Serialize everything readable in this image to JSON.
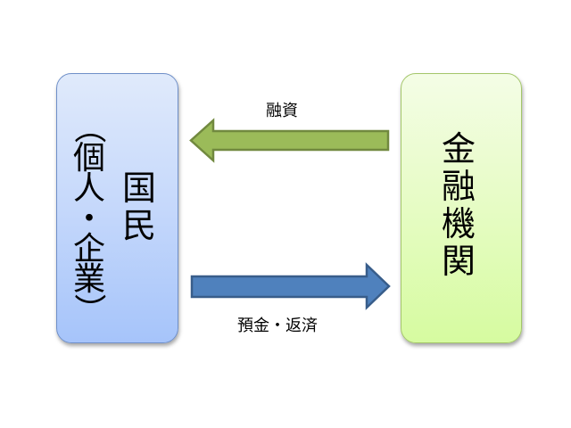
{
  "diagram": {
    "left_box": {
      "main_label": [
        "国",
        "民"
      ],
      "sub_label": [
        "（",
        "個",
        "人",
        "・",
        "企",
        "業",
        "）"
      ],
      "fill_top": "#e0eafb",
      "fill_bottom": "#a6c4fa",
      "border": "#6f8fc8"
    },
    "right_box": {
      "main_label": [
        "金",
        "融",
        "機",
        "関"
      ],
      "fill_top": "#f4fde6",
      "fill_bottom": "#d6fba0",
      "border": "#a4c66a"
    },
    "arrows": [
      {
        "direction": "left",
        "label": "融資",
        "from": "金融機関",
        "to": "国民",
        "fill": "#9bbb59",
        "stroke": "#71893f"
      },
      {
        "direction": "right",
        "label": "預金・返済",
        "from": "国民",
        "to": "金融機関",
        "fill": "#4f81bd",
        "stroke": "#385d8a"
      }
    ]
  }
}
